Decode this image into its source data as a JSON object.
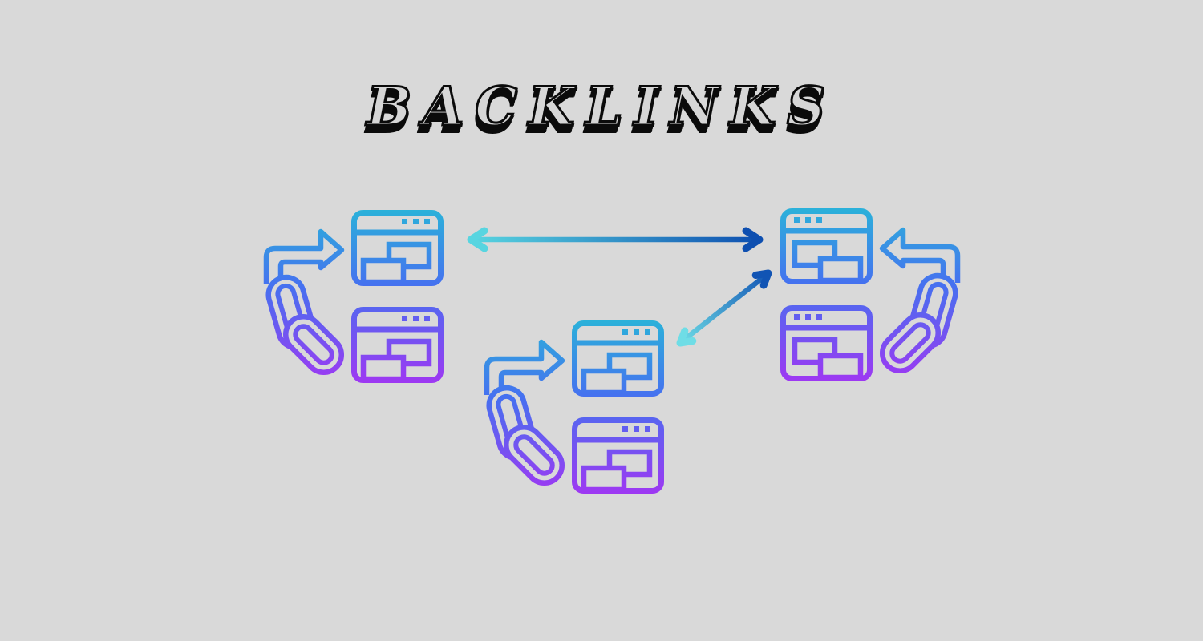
{
  "title": {
    "text": "BACKLINKS"
  },
  "background_color": "#d9d9d9",
  "palette": {
    "icon_gradient_top": "#29b6d8",
    "icon_gradient_mid": "#4670f0",
    "icon_gradient_bottom": "#a335f2",
    "arrow_gradient_light": "#58d5e0",
    "arrow_gradient_dark": "#0e4fb0",
    "title_fill": "#d6d6d6",
    "title_outline": "#0b0b0b"
  },
  "diagram": {
    "clusters": [
      {
        "id": "left-website-group",
        "icons": [
          "chain-link-icon",
          "curved-arrow-icon",
          "browser-window-icon",
          "browser-window-icon"
        ],
        "mirrored": false
      },
      {
        "id": "center-website-group",
        "icons": [
          "chain-link-icon",
          "curved-arrow-icon",
          "browser-window-icon",
          "browser-window-icon"
        ],
        "mirrored": false
      },
      {
        "id": "right-website-group",
        "icons": [
          "chain-link-icon",
          "curved-arrow-icon",
          "browser-window-icon",
          "browser-window-icon"
        ],
        "mirrored": true
      }
    ],
    "connections": [
      {
        "from": "left-website-group",
        "to": "right-website-group",
        "type": "double-headed-arrow",
        "direction": "horizontal"
      },
      {
        "from": "center-website-group",
        "to": "right-website-group",
        "type": "double-headed-arrow",
        "direction": "diagonal"
      }
    ]
  }
}
